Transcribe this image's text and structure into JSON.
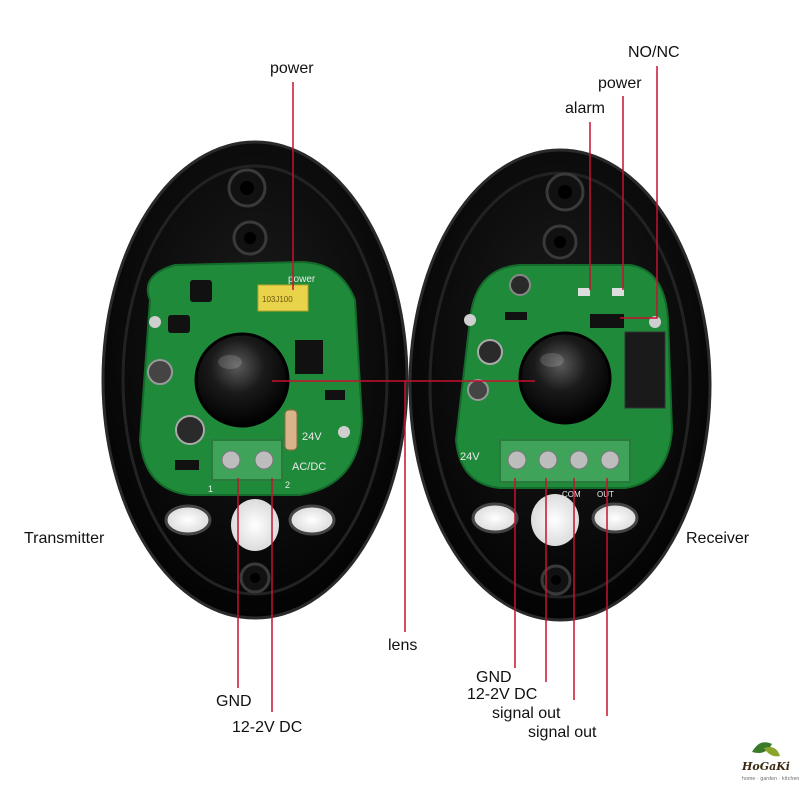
{
  "labels": {
    "transmitter": "Transmitter",
    "receiver": "Receiver",
    "lens": "lens",
    "tx_power": "power",
    "tx_gnd": "GND",
    "tx_dc": "12-2V DC",
    "rx_no_nc": "NO/NC",
    "rx_power": "power",
    "rx_alarm": "alarm",
    "rx_gnd": "GND",
    "rx_dc": "12-2V DC",
    "rx_signal_out_1": "signal out",
    "rx_signal_out_2": "signal out"
  },
  "board_text": {
    "tx_power_silk": "power",
    "tx_cap_text": "103J100",
    "tx_voltage": "24V",
    "tx_acdc": "AC/DC",
    "tx_pin_left": "1",
    "tx_pin_right": "2",
    "rx_voltage": "24V",
    "rx_com": "COM",
    "rx_out": "OUT"
  },
  "brand": {
    "name": "HoGaKi",
    "tagline": "home · garden · kitchen"
  },
  "colors": {
    "housing": "#0d0d0d",
    "pcb": "#1f8a3a",
    "terminal": "#3fa45a",
    "callout_line": "#c8102e",
    "label_text": "#111111"
  },
  "icons": {
    "brand_logo": "leaf-logo-icon"
  }
}
